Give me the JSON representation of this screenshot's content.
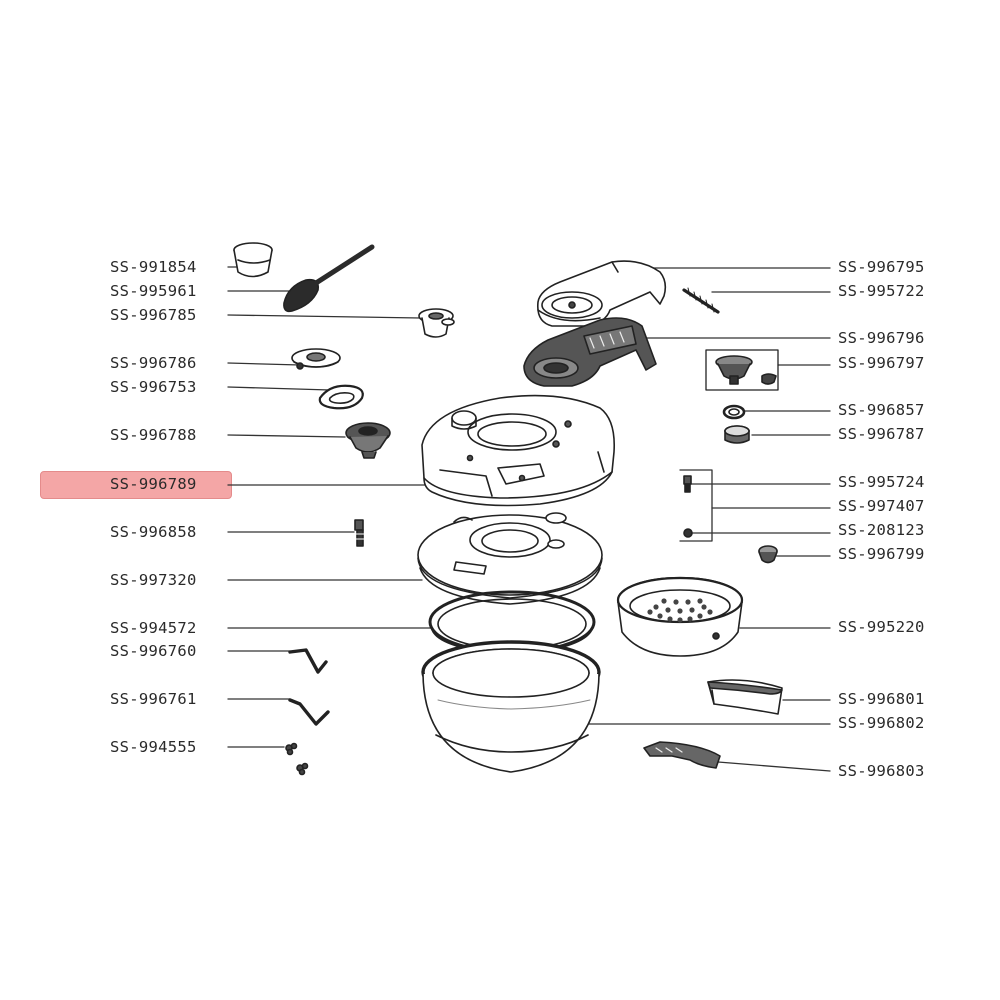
{
  "highlight_color": "#f4a6a6",
  "highlighted_part": "SS-996789",
  "left_labels": [
    {
      "code": "SS-991854"
    },
    {
      "code": "SS-995961"
    },
    {
      "code": "SS-996785"
    },
    {
      "code": "SS-996786"
    },
    {
      "code": "SS-996753"
    },
    {
      "code": "SS-996788"
    },
    {
      "code": "SS-996789"
    },
    {
      "code": "SS-996858"
    },
    {
      "code": "SS-997320"
    },
    {
      "code": "SS-994572"
    },
    {
      "code": "SS-996760"
    },
    {
      "code": "SS-996761"
    },
    {
      "code": "SS-994555"
    }
  ],
  "right_labels": [
    {
      "code": "SS-996795"
    },
    {
      "code": "SS-995722"
    },
    {
      "code": "SS-996796"
    },
    {
      "code": "SS-996797"
    },
    {
      "code": "SS-996857"
    },
    {
      "code": "SS-996787"
    },
    {
      "code": "SS-995724"
    },
    {
      "code": "SS-997407"
    },
    {
      "code": "SS-208123"
    },
    {
      "code": "SS-996799"
    },
    {
      "code": "SS-995220"
    },
    {
      "code": "SS-996801"
    },
    {
      "code": "SS-996802"
    },
    {
      "code": "SS-996803"
    }
  ]
}
